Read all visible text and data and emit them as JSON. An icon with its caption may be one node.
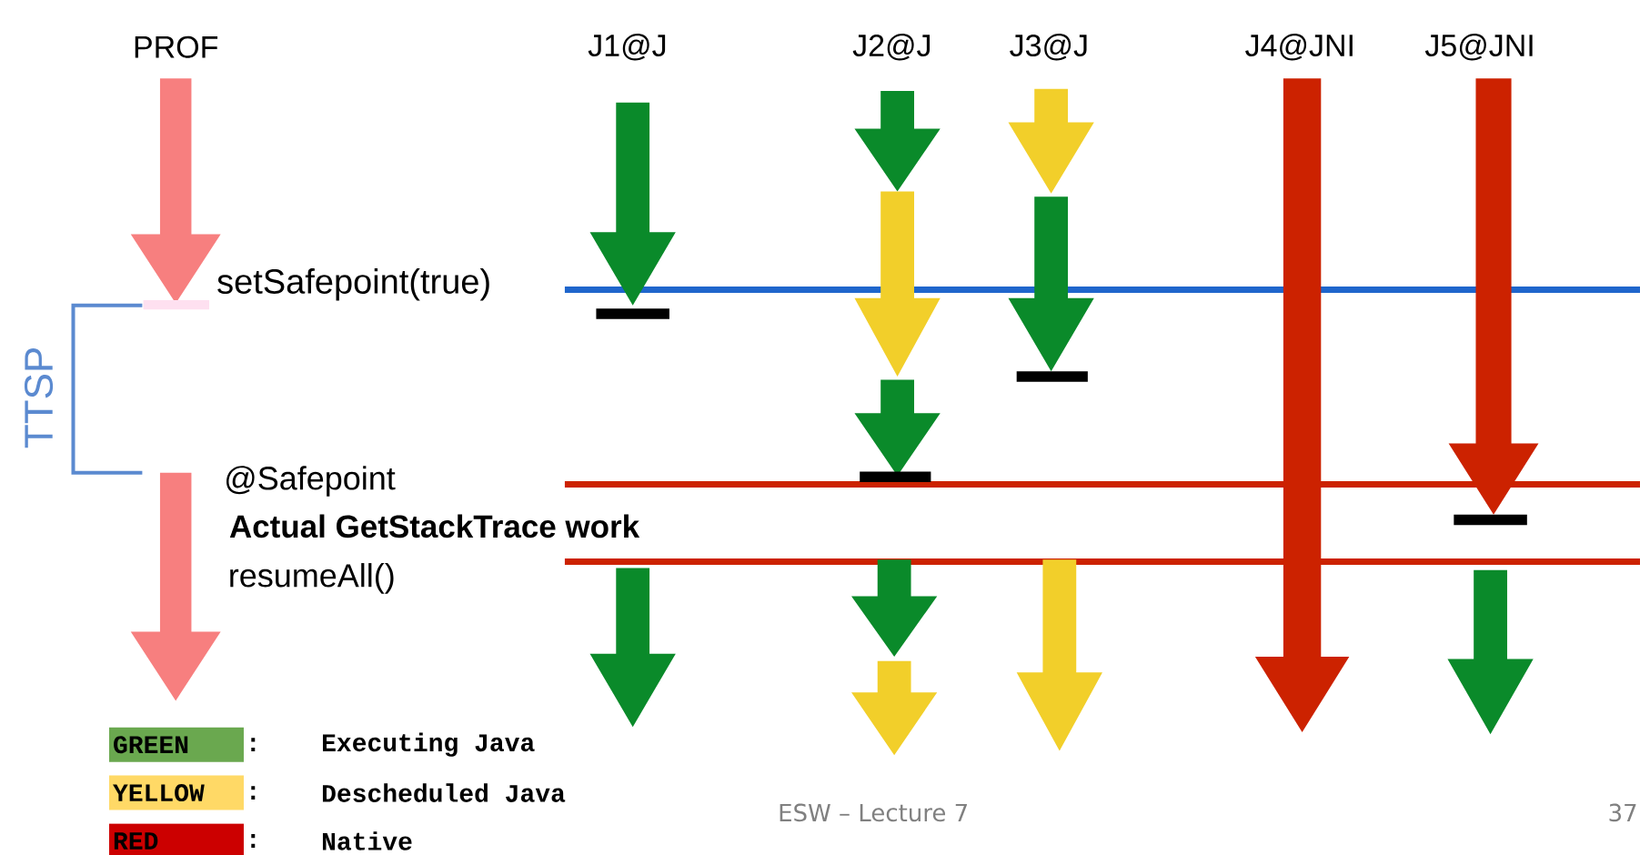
{
  "diagram": {
    "labels": [
      "PROF",
      "J1@J",
      "J2@J",
      "J3@J",
      "J4@JNI",
      "J5@JNI",
      "setSafepoint(true)",
      "TTSP",
      "@Safepoint",
      "Actual GetStackTrace work",
      "resumeAll()",
      "GREEN",
      ":",
      "YELLOW",
      ":",
      "RED",
      ":",
      "ESW – Lecture 7",
      "37"
    ],
    "legend": [
      {
        "text": "Executing Java",
        "color": "#6aa84f"
      },
      {
        "text": "Descheduled Java",
        "color": "#ffd966"
      },
      {
        "text": "Native",
        "color": "#cc0000"
      }
    ]
  }
}
